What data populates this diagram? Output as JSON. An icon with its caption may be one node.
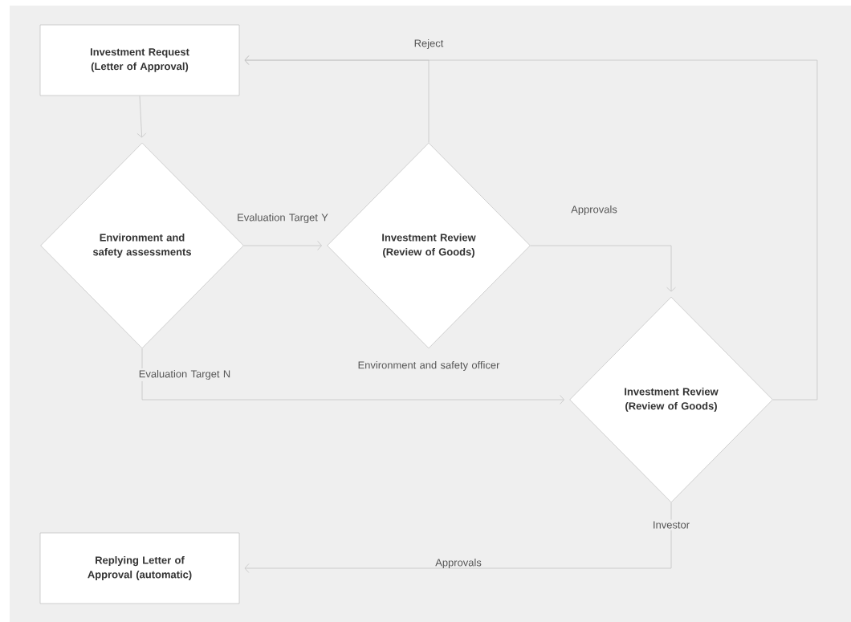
{
  "diagram": {
    "nodes": [
      {
        "text": [
          "Investment Request (Letter of Approval)"
        ]
      },
      {
        "text": [
          "Environment and safety assessments"
        ]
      },
      {
        "text": [
          "Investment Review (Review of Goods)"
        ]
      },
      {
        "text": [
          "Investment Review (Review of Goods)"
        ]
      },
      {
        "text": [
          "Replying Letter of Approval (automatic)"
        ]
      }
    ],
    "edges": [
      {
        "from": 0,
        "to": 1,
        "arrow": "to"
      },
      {
        "from": 1,
        "to": 2,
        "arrow": "to",
        "label": "Evaluation Target Y"
      },
      {
        "from": 2,
        "to": 3,
        "arrow": "to",
        "label": "Approvals"
      },
      {
        "from": 1,
        "to": 3,
        "arrow": "to",
        "label": "Evaluation Target N"
      },
      {
        "from": 2,
        "to": 0,
        "arrow": "to",
        "label": "Reject"
      },
      {
        "from": 3,
        "to": 0,
        "arrow": "to"
      },
      {
        "from": 3,
        "to": 4,
        "arrow": "to",
        "label": "Investor"
      }
    ],
    "labels": [
      "Environment and safety officer",
      "Approvals"
    ]
  }
}
